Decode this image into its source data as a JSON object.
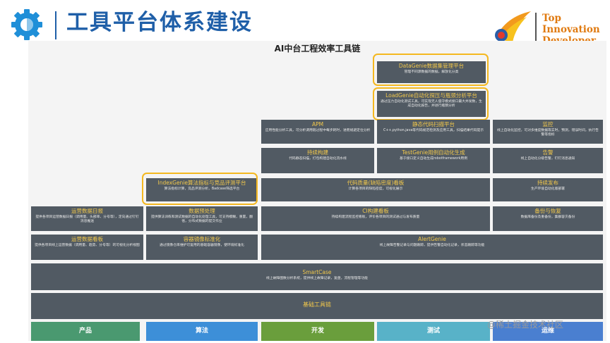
{
  "header": {
    "title": "工具平台体系建设",
    "brand_lines": [
      "Top",
      "Innovation",
      "Developer"
    ]
  },
  "diagram": {
    "title": "AI中台工程效率工具链",
    "boxes": {
      "datagenie": {
        "title": "DataGenie数据集管理平台",
        "desc": "管理不同源数据的数据，解放化分类"
      },
      "loadgenie": {
        "title": "LoadGenie自动化探压与瓶颈分析平台",
        "desc": "通过压力自动化测试工具，可实现无人值守模式接口最大并发数，生成自动化报告，并进行瓶颈分析"
      },
      "apm": {
        "title": "APM",
        "desc": "应用性能分析工具，可分析调用链过程中每步耗时，进而规避定位分析"
      },
      "static_scan": {
        "title": "静态代码扫描平台",
        "desc": "C++,python,java等代码规范检测及应用工具，扫描结果代码提示"
      },
      "monitor": {
        "title": "监控",
        "desc": "线上自动化监控，可对多维度数据等实时，预测，错误时间，执行告警等指标"
      },
      "continuous_build": {
        "title": "持续构建",
        "desc": "代码静态扫描，打包构建自动化流水线"
      },
      "testgenie": {
        "title": "TestGenie用例自动化生成",
        "desc": "基于接口定义自动生成robotframework用例"
      },
      "alert": {
        "title": "告警",
        "desc": "线上自动化分级告警，钉钉消息通知"
      },
      "indexgenie": {
        "title": "IndexGenie算法指标与竞品评测平台",
        "desc": "算法指标计算，竞品评测分析，Badcase筛选平台"
      },
      "code_quality": {
        "title": "代码质量(缺陷密度)看板",
        "desc": "计算各项目的缺陷密度，可视化展示"
      },
      "continuous_release": {
        "title": "持续发布",
        "desc": "生产环境自动化版部署"
      },
      "ops_report": {
        "title": "运营数据日报",
        "desc": "提供各项目运营数据日报（调用量、头部率、分号等），定向通过钉钉消息推送"
      },
      "preprocess": {
        "title": "数据预处理",
        "desc": "提供算法训练和测试数据的自动化处理工具，可支持模糊，重置，翻倍，分布式数据的提交作业"
      },
      "ci_board": {
        "title": "CI构建看板",
        "desc": "持续构建流程监控看板，评价各项目的测试通过与发布质量"
      },
      "backup": {
        "title": "备份与恢复",
        "desc": "数据库备份及重备份，集群容灾备份"
      },
      "ops_board": {
        "title": "运营数据看板",
        "desc": "提供各项目线上运营数据（调用量、趋势、分号等）的可视化分析视图"
      },
      "container": {
        "title": "容器镜像标准化",
        "desc": "通过镜像仓库维护可复用的基础容器镜像，使环境标准化"
      },
      "alertgenie": {
        "title": "AlertGenie",
        "desc": "线上故障告警记录与问题跟踪，提供告警自动化记录，状态跟踪等功能"
      },
      "smartcase": {
        "title": "SmartCase",
        "desc": "线上故障图数分析系统，提供线上故障记录，复盘，流程管理等功能"
      },
      "base_tools": {
        "title": "基础工具链",
        "desc": ""
      }
    },
    "stages": [
      {
        "label": "产品",
        "color": "#4a9970"
      },
      {
        "label": "算法",
        "color": "#3d8fd8"
      },
      {
        "label": "开发",
        "color": "#6a9e3c"
      },
      {
        "label": "测试",
        "color": "#58b2c8"
      },
      {
        "label": "运维",
        "color": "#4a7fd0"
      }
    ],
    "highlight_color": "#f4b820"
  },
  "watermark": "@稀土掘金技术社区"
}
